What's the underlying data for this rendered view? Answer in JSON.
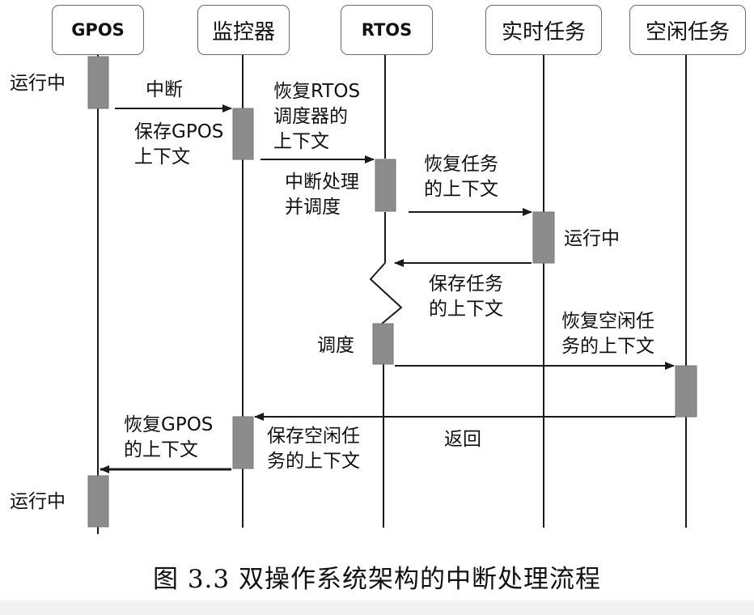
{
  "participants": {
    "gpos": "GPOS",
    "monitor": "监控器",
    "rtos": "RTOS",
    "realtime_task": "实时任务",
    "idle_task": "空闲任务"
  },
  "labels": {
    "gpos_running_top": "运行中",
    "interrupt": "中断",
    "save_gpos_ctx": [
      "保存GPOS",
      "上下文"
    ],
    "restore_rtos_scheduler": [
      "恢复RTOS",
      "调度器的",
      "上下文"
    ],
    "irq_handle_schedule": [
      "中断处理",
      "并调度"
    ],
    "restore_task_ctx": [
      "恢复任务",
      "的上下文"
    ],
    "task_running": "运行中",
    "save_task_ctx": [
      "保存任务",
      "的上下文"
    ],
    "schedule": "调度",
    "restore_idle_ctx": [
      "恢复空闲任",
      "务的上下文"
    ],
    "return": "返回",
    "restore_gpos_ctx": [
      "恢复GPOS",
      "的上下文"
    ],
    "save_idle_ctx": [
      "保存空闲任",
      "务的上下文"
    ],
    "gpos_running_bottom": "运行中"
  },
  "caption": "图 3.3 双操作系统架构的中断处理流程",
  "colors": {
    "activation_fill": "#8c8c8c",
    "line": "#1a1a1a"
  }
}
